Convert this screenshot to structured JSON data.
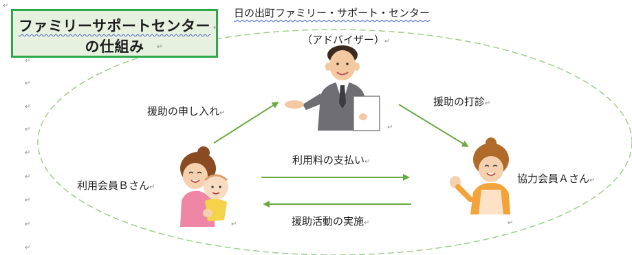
{
  "title": {
    "line1": "ファミリーサポートセンター",
    "line2": "の仕組み"
  },
  "center": {
    "name": "日の出町ファミリー・サポート・センター",
    "role": "（アドバイザー）"
  },
  "arrows": {
    "request": "援助の申し入れ",
    "offer": "援助の打診",
    "payment": "利用料の支払い",
    "activity": "援助活動の実施"
  },
  "members": {
    "user": "利用会員Ｂさん",
    "helper": "協力会員Ａさん"
  },
  "paragraph_mark": "↵",
  "colors": {
    "title_border": "#2ea84a",
    "title_bg": "#e6f1df",
    "arrow": "#6aaa44",
    "ellipse": "#9ccf86"
  }
}
